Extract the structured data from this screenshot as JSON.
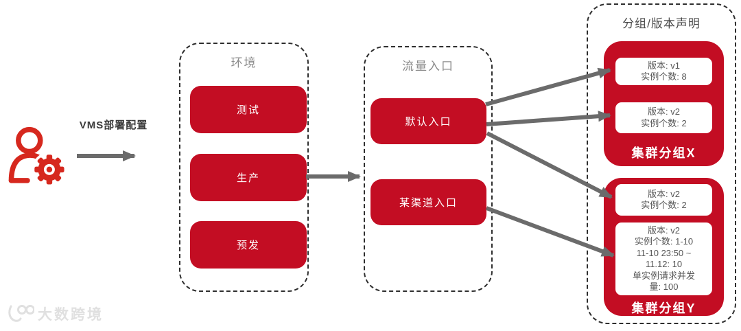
{
  "colors": {
    "node_red": "#c30d23",
    "icon_red": "#d6281e",
    "arrow_gray": "#6b6b6b",
    "title_gray": "#8c8c8c",
    "dark_title": "#4a4a4a",
    "watermark_gray": "#e0e0e0"
  },
  "actor": {
    "icon": "user-gear-icon",
    "label": "VMS部署配置"
  },
  "columns": [
    {
      "id": "environment",
      "title": "环境",
      "nodes": [
        {
          "label": "测试"
        },
        {
          "label": "生产"
        },
        {
          "label": "预发"
        }
      ]
    },
    {
      "id": "traffic-entry",
      "title": "流量入口",
      "nodes": [
        {
          "label": "默认入口"
        },
        {
          "label": "某渠道入口"
        }
      ]
    },
    {
      "id": "group-version-declaration",
      "title": "分组/版本声明",
      "groups": [
        {
          "name": "集群分组X",
          "versions": [
            {
              "lines": [
                "版本: v1",
                "实例个数: 8"
              ]
            },
            {
              "lines": [
                "版本: v2",
                "实例个数: 2"
              ]
            }
          ]
        },
        {
          "name": "集群分组Y",
          "versions": [
            {
              "lines": [
                "版本: v2",
                "实例个数: 2"
              ]
            },
            {
              "lines": [
                "版本: v2",
                "实例个数: 1-10",
                "11-10 23:50 ~",
                "11.12: 10",
                "单实例请求并发",
                "量: 100"
              ]
            }
          ]
        }
      ]
    }
  ],
  "edges": [
    {
      "from": "user-gear-icon",
      "to": "environment",
      "label": "VMS部署配置"
    },
    {
      "from": "生产",
      "to": "流量入口"
    },
    {
      "from": "默认入口",
      "to": "集群分组X v1"
    },
    {
      "from": "默认入口",
      "to": "集群分组X v2"
    },
    {
      "from": "默认入口",
      "to": "集群分组Y v2(2)"
    },
    {
      "from": "某渠道入口",
      "to": "集群分组Y v2(1-10)"
    }
  ],
  "watermark": {
    "logo": "100-swoosh-logo-icon",
    "text": "大数跨境"
  }
}
